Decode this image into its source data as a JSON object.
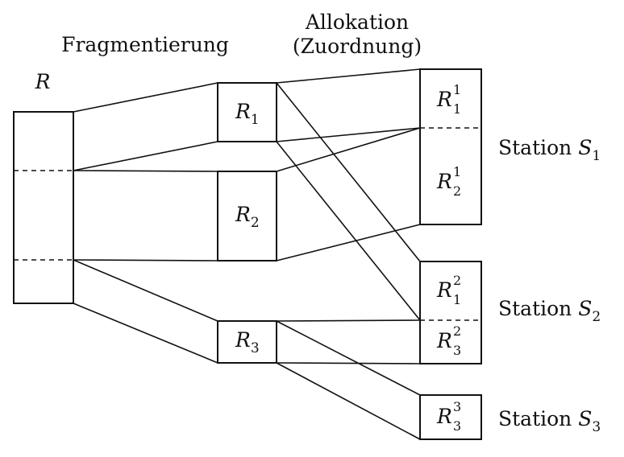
{
  "headings": {
    "fragmentation": "Fragmentierung",
    "allocation_line1": "Allokation",
    "allocation_line2": "(Zuordnung)"
  },
  "relation": {
    "name": "R"
  },
  "fragments": [
    {
      "id": "r1",
      "base": "R",
      "sub": "1"
    },
    {
      "id": "r2",
      "base": "R",
      "sub": "2"
    },
    {
      "id": "r3",
      "base": "R",
      "sub": "3"
    }
  ],
  "replicas": [
    {
      "id": "r1-1",
      "base": "R",
      "sub": "1",
      "sup": "1"
    },
    {
      "id": "r2-1",
      "base": "R",
      "sub": "2",
      "sup": "1"
    },
    {
      "id": "r1-2",
      "base": "R",
      "sub": "1",
      "sup": "2"
    },
    {
      "id": "r3-2",
      "base": "R",
      "sub": "3",
      "sup": "2"
    },
    {
      "id": "r3-3",
      "base": "R",
      "sub": "3",
      "sup": "3"
    }
  ],
  "stations": [
    {
      "id": "s1",
      "word": "Station",
      "sym": "S",
      "sub": "1"
    },
    {
      "id": "s2",
      "word": "Station",
      "sym": "S",
      "sub": "2"
    },
    {
      "id": "s3",
      "word": "Station",
      "sym": "S",
      "sub": "3"
    }
  ]
}
